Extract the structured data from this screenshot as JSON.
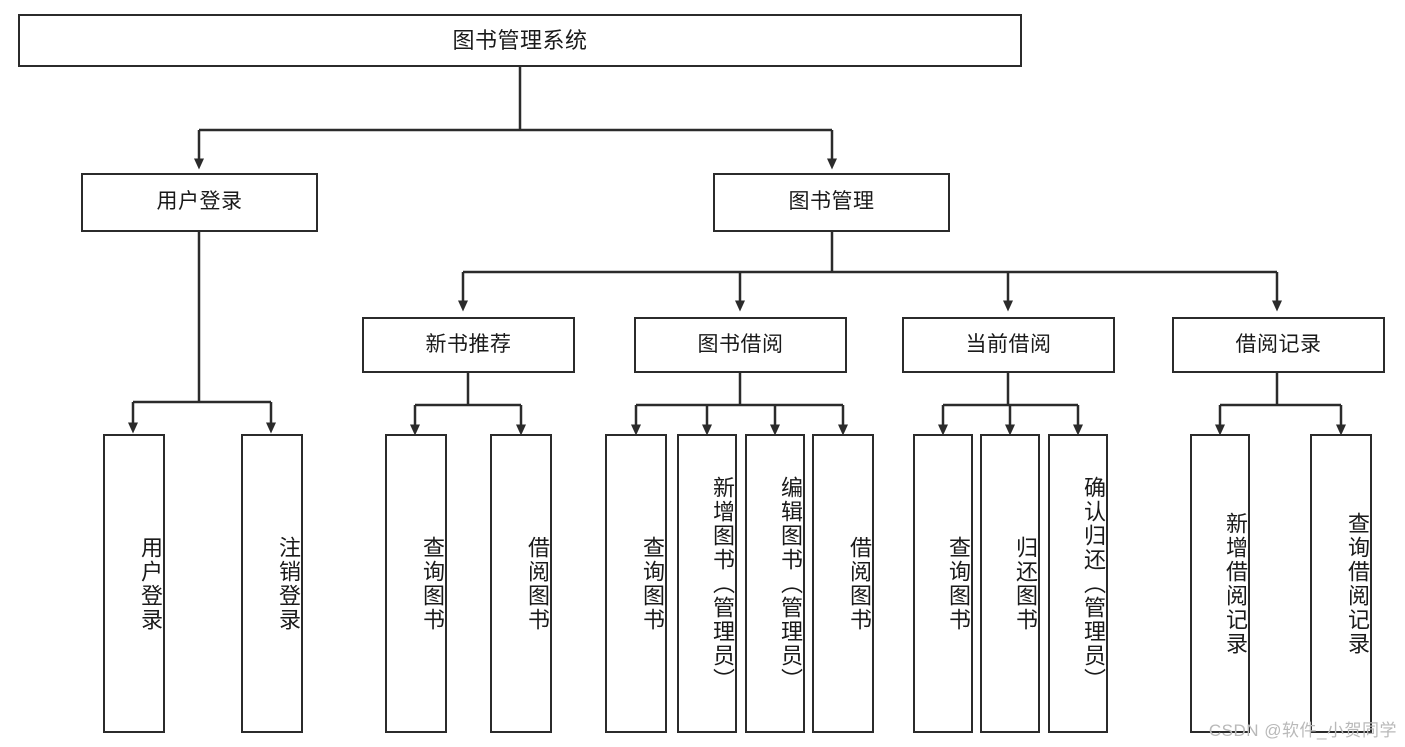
{
  "diagram": {
    "type": "tree-hierarchy",
    "title": "图书管理系统",
    "orientation": "top-down",
    "colors": {
      "box_border": "#2b2b2b",
      "box_fill": "#ffffff",
      "connector": "#2b2b2b",
      "text": "#1a1a1a",
      "watermark": "#b9b9b9"
    },
    "nodes": {
      "root": {
        "label": "图书管理系统"
      },
      "level2": [
        {
          "id": "user-login",
          "label": "用户登录"
        },
        {
          "id": "book-manage",
          "label": "图书管理"
        }
      ],
      "level3": [
        {
          "id": "new-book-recommend",
          "label": "新书推荐"
        },
        {
          "id": "book-borrow",
          "label": "图书借阅"
        },
        {
          "id": "current-borrow",
          "label": "当前借阅"
        },
        {
          "id": "borrow-record",
          "label": "借阅记录"
        }
      ],
      "leaves": {
        "user-login": [
          {
            "id": "leaf-user-login",
            "label": "用户登录"
          },
          {
            "id": "leaf-user-logout",
            "label": "注销登录"
          }
        ],
        "new-book-recommend": [
          {
            "id": "leaf-query-book-1",
            "label": "查询图书"
          },
          {
            "id": "leaf-borrow-book-1",
            "label": "借阅图书"
          }
        ],
        "book-borrow": [
          {
            "id": "leaf-query-book-2",
            "label": "查询图书"
          },
          {
            "id": "leaf-add-book",
            "label": "新增图书（管理员）"
          },
          {
            "id": "leaf-edit-book",
            "label": "编辑图书（管理员）"
          },
          {
            "id": "leaf-borrow-book-2",
            "label": "借阅图书"
          }
        ],
        "current-borrow": [
          {
            "id": "leaf-query-book-3",
            "label": "查询图书"
          },
          {
            "id": "leaf-return-book",
            "label": "归还图书"
          },
          {
            "id": "leaf-confirm-return",
            "label": "确认归还（管理员）"
          }
        ],
        "borrow-record": [
          {
            "id": "leaf-add-record",
            "label": "新增借阅记录"
          },
          {
            "id": "leaf-query-record",
            "label": "查询借阅记录"
          }
        ]
      }
    },
    "watermark": "CSDN @软件_小贺同学"
  }
}
